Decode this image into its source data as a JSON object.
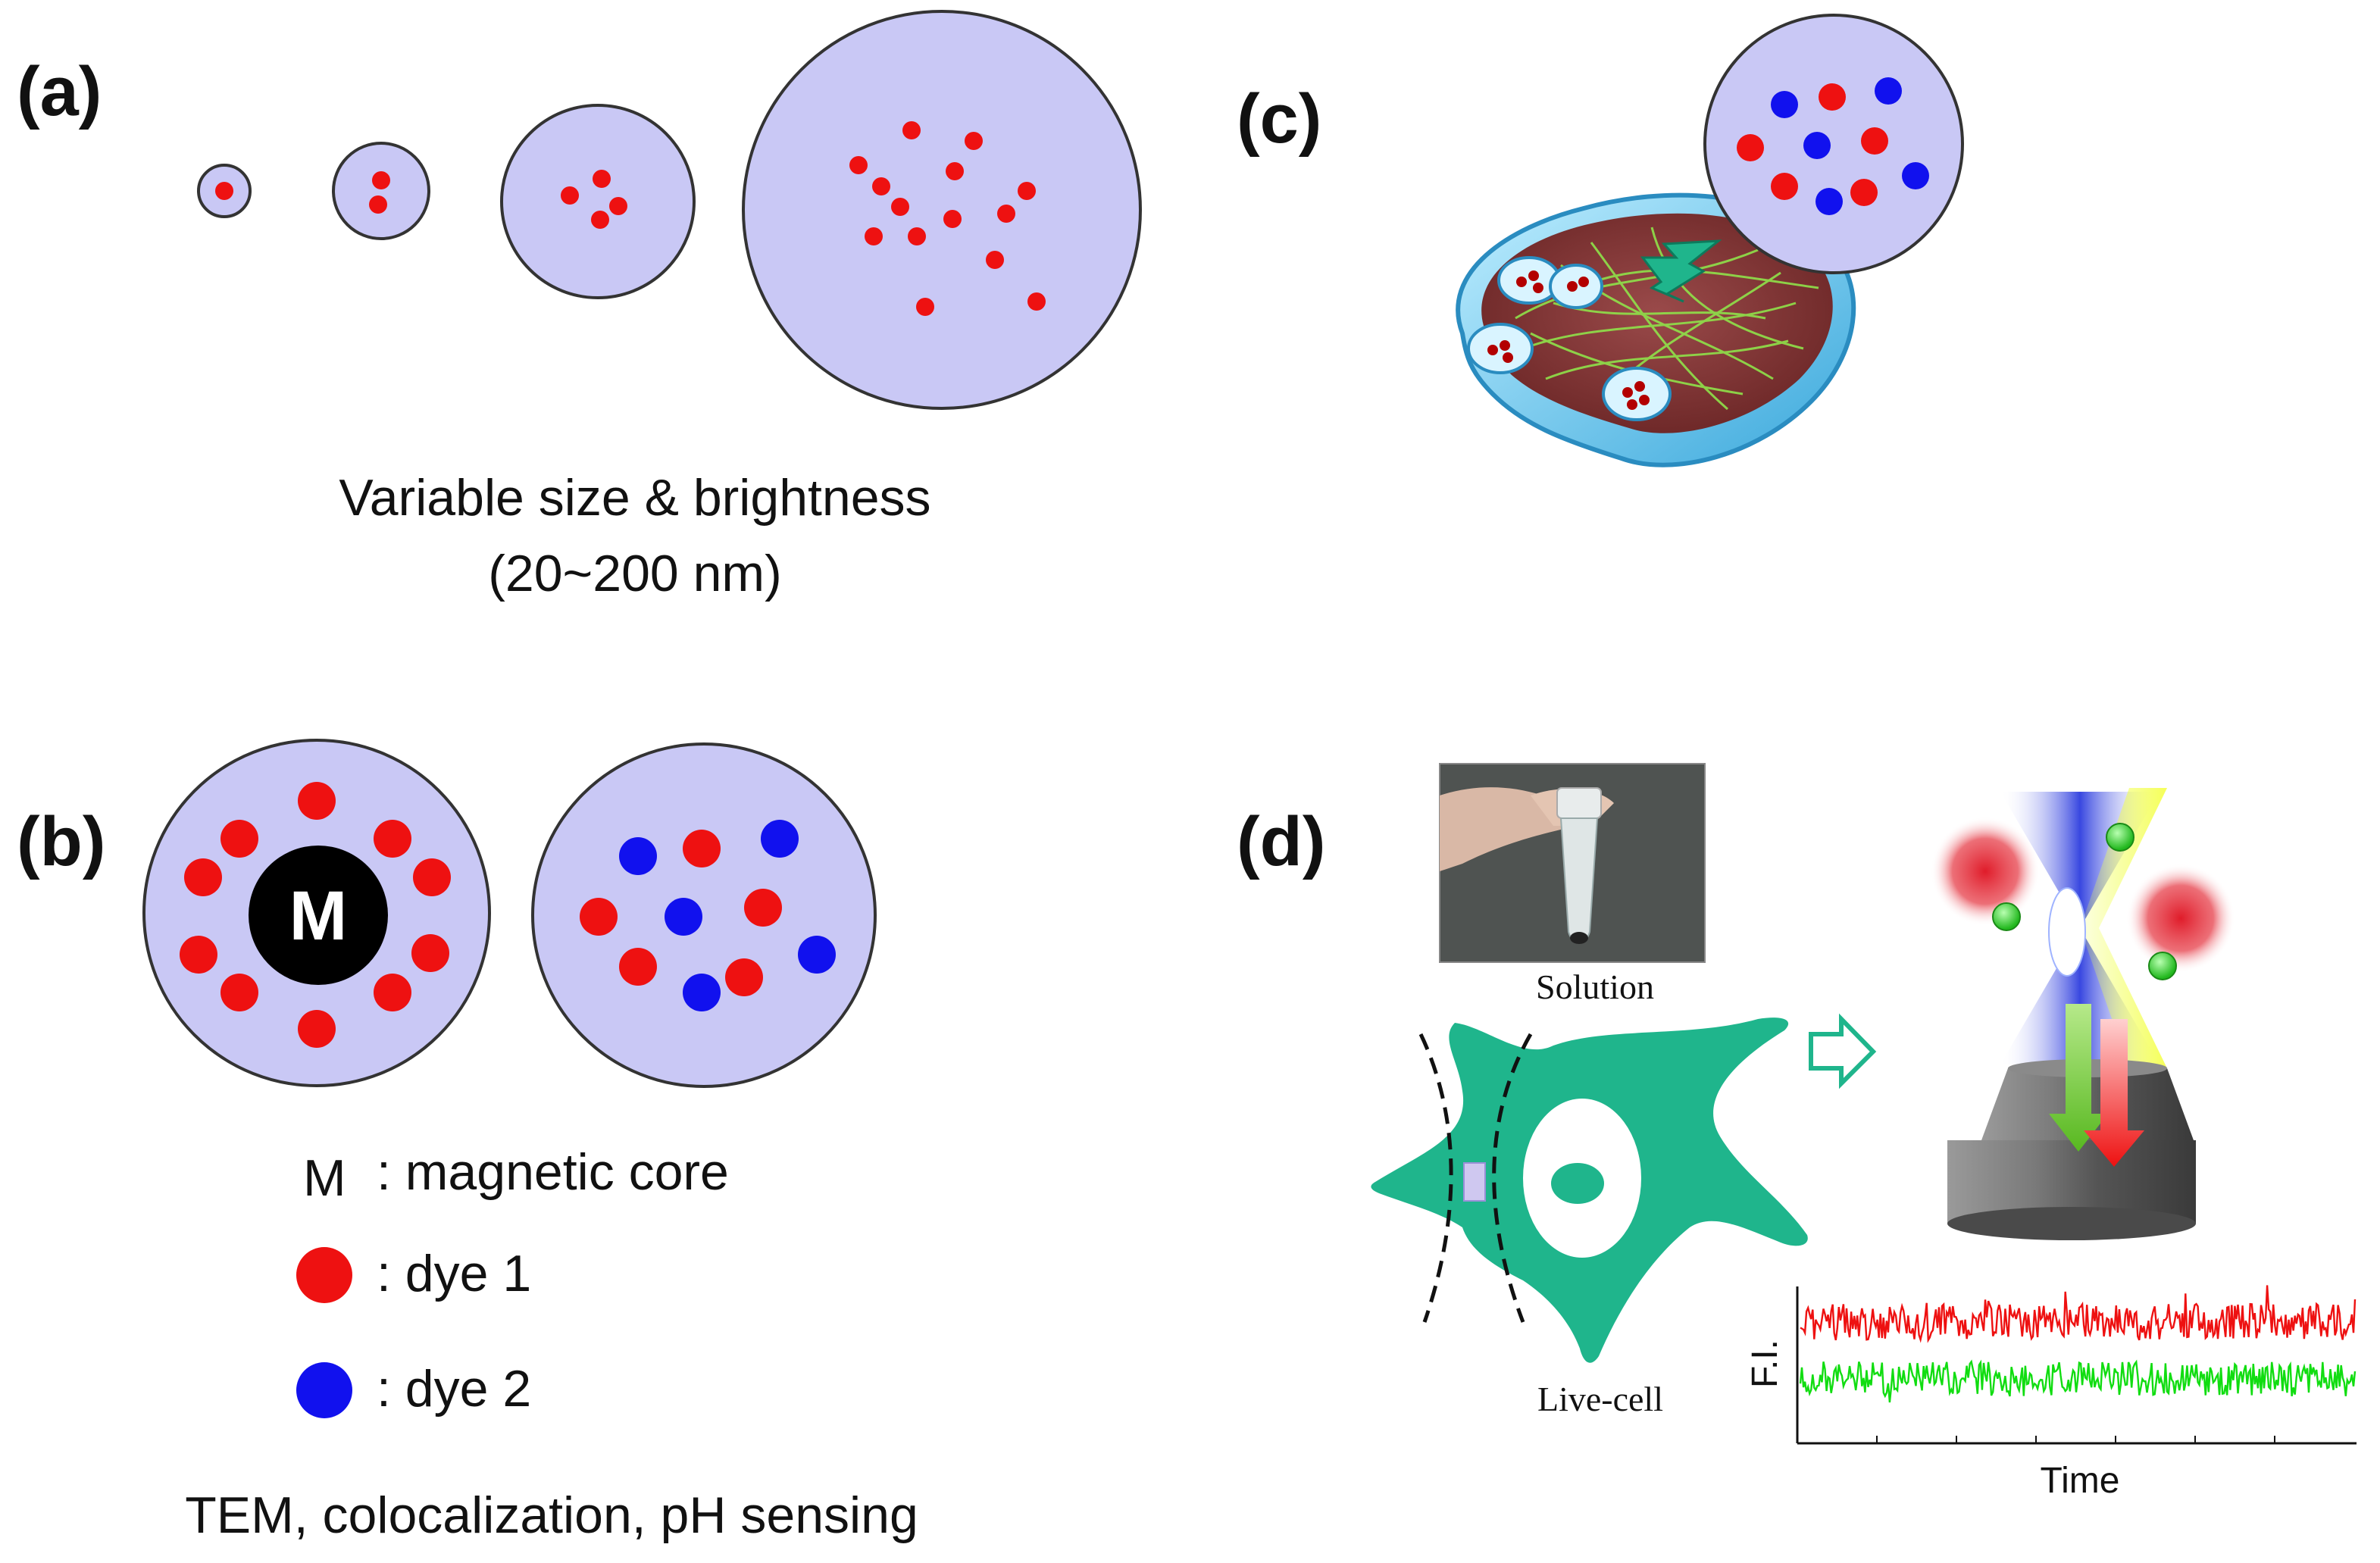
{
  "colors": {
    "particle_fill": "#c9c8f5",
    "dye1": "#ee1111",
    "dye2": "#1111ee",
    "cell_green": "#1fb58c",
    "trace_red": "#ee1111",
    "trace_green": "#11dd11"
  },
  "panel_a": {
    "label": "(a)",
    "caption_line1": "Variable size & brightness",
    "caption_line2": "(20~200 nm)"
  },
  "panel_b": {
    "label": "(b)",
    "core_symbol": "M",
    "legend": {
      "core_symbol": "M",
      "core_text": ": magnetic core",
      "dye1_text": ": dye 1",
      "dye2_text": ": dye 2"
    },
    "caption": "TEM, colocalization, pH sensing"
  },
  "panel_c": {
    "label": "(c)"
  },
  "panel_d": {
    "label": "(d)",
    "solution_label": "Solution",
    "livecell_label": "Live-cell",
    "plot_ylabel": "F.I.",
    "plot_xlabel": "Time"
  },
  "icons": [
    "magnetic-core-icon",
    "dye-dot-icon",
    "arrow-right-outline-icon",
    "objective-lens-icon",
    "laser-focus-icon"
  ]
}
